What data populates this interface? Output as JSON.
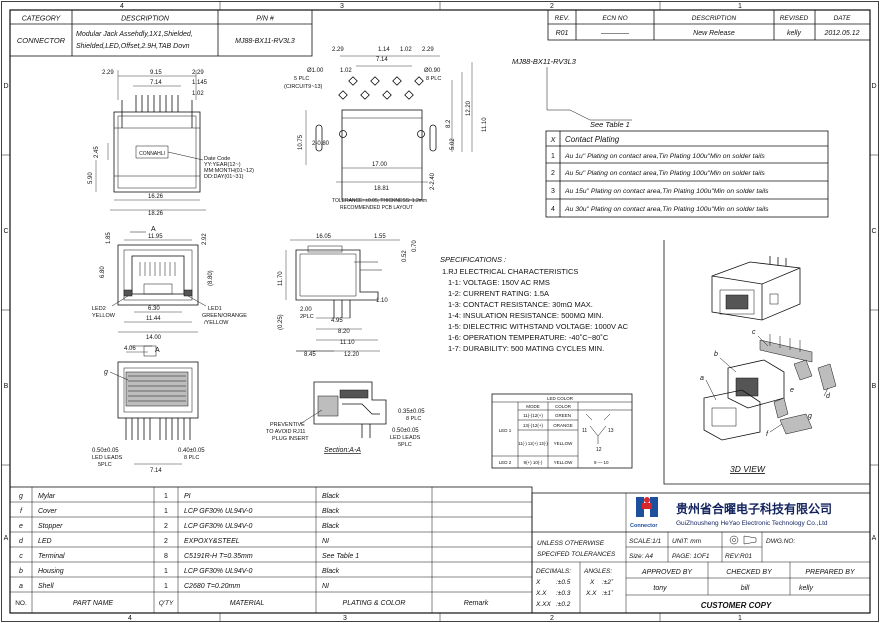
{
  "border": {
    "top_zones": [
      "4",
      "3",
      "2",
      "1"
    ],
    "bottom_zones": [
      "4",
      "3",
      "2",
      "1"
    ],
    "side_zones": [
      "D",
      "C",
      "B",
      "A"
    ]
  },
  "header": {
    "category_label": "CATEGORY",
    "description_label": "DESCRIPTION",
    "pn_label": "P/N #",
    "category": "CONNECTOR",
    "description_line1": "Modular Jack Assehdly,1X1,Shielded,",
    "description_line2": "Shielded,LED,Offset,2.9H,TAB Dovn",
    "part_number": "MJ88-BX11-RV3L3"
  },
  "revision": {
    "headers": [
      "REV.",
      "ECN NO",
      "DESCRIPTION",
      "REVISED",
      "DATE"
    ],
    "row": {
      "rev": "R01",
      "ecn": "————",
      "description": "New Release",
      "revised": "kelly",
      "date": "2012.05.12"
    }
  },
  "callout": {
    "part_number": "MJ88-BX11-RV3L3",
    "see_table": "See Table 1"
  },
  "contact_plating": {
    "header_x": "X",
    "header_title": "Contact Plating",
    "rows": [
      {
        "n": "1",
        "text": "Au 1u\" Plating on contact area,Tin Plating 100u\"Min on solder tails"
      },
      {
        "n": "2",
        "text": "Au 5u\" Plating on contact area,Tin Plating 100u\"Min on solder tails"
      },
      {
        "n": "3",
        "text": "Au 15u\" Plating on contact area,Tin Plating 100u\"Min on solder tails"
      },
      {
        "n": "4",
        "text": "Au 30u\" Plating on contact area,Tin Plating 100u\"Min on solder tails"
      }
    ]
  },
  "specifications": {
    "title": "SPECIFICATIONS :",
    "lines": [
      "1.RJ ELECTRICAL CHARACTERISTICS",
      "1-1: VOLTAGE: 150V AC RMS",
      "1-2: CURRENT RATING: 1.5A",
      "1-3: CONTACT RESISTANCE: 30mΩ MAX.",
      "1-4: INSULATION RESISTANCE: 500MΩ MIN.",
      "1-5: DIELECTRIC WITHSTAND VOLTAGE: 1000V AC",
      "1-6: OPERATION TEMPERATURE: -40˚C~80˚C",
      "1-7: DURABILITY: 500 MATING CYCLES MIN."
    ]
  },
  "led_color": {
    "title": "LED COLOR",
    "mode_header": "MODE",
    "color_header": "COLOR",
    "led1": "LED 1",
    "led2": "LED 2",
    "rows": [
      {
        "mode": "11(-)12(+)",
        "color": "GREEN"
      },
      {
        "mode": "13(-)12(+)",
        "color": "ORANGE"
      },
      {
        "mode": "11(-) 12(+) 13(-)",
        "color": "YELLOW"
      },
      {
        "mode": "9(+) 10(-)",
        "color": "YELLOW"
      }
    ],
    "schematic_pins": [
      "11",
      "13",
      "12"
    ],
    "footnote": "9 — 10"
  },
  "views": {
    "front_dims": [
      "2.29",
      "9.15",
      "2.29",
      "7.14",
      "1.145",
      "1.02",
      "2.45",
      "5.90",
      "16.26",
      "18.26"
    ],
    "front_labels": [
      "Date Code",
      "YY:YEAR(12~)",
      "MM:MONTH(01~12)",
      "DD:DAY(01~31)"
    ],
    "front_stamp": "CONNAHLI",
    "pcb_dims": [
      "2.29",
      "1.02",
      "1.14",
      "7.14",
      "1.02",
      "2.29",
      "10.75",
      "2-0.80",
      "17.00",
      "18.81",
      "8.2",
      "12.20",
      "11.10",
      "5.02",
      "2-2.40"
    ],
    "pcb_labels": [
      "5 PLC",
      "(CIRCUIT9~13)",
      "8 PLC"
    ],
    "pcb_holes": [
      "Ø1.00",
      "Ø0.90"
    ],
    "pcb_note_1": "TOLERANCE: ±0.05, THICKNESS: 1.2mm",
    "pcb_note_2": "RECOMMENDED PCB LAYOUT",
    "face_dims": [
      "11.95",
      "2.92",
      "1.85",
      "6.80",
      "(8.80)",
      "6.30",
      "11.44",
      "14.00"
    ],
    "face_labels": [
      "A",
      "LED2",
      "YELLOW",
      "LED1",
      "GREEN/ORANGE",
      "/YELLOW",
      "A"
    ],
    "side_dims": [
      "16.05",
      "1.55",
      "0.70",
      "0.52",
      "11.70",
      "(0.25)",
      "2.00",
      "2PLC",
      "1.10",
      "4.95",
      "8.20",
      "11.10",
      "8.45",
      "12.20"
    ],
    "bottom_dims": [
      "4.06",
      "0.50±0.05",
      "LED LEADS",
      "5PLC",
      "0.40±0.05",
      "8 PLC",
      "7.14",
      "g"
    ],
    "section": {
      "labels": [
        "PREVENTIVE",
        "TO AVOID RJ11",
        "PLUG INSERT",
        "0.35±0.05",
        "8 PLC",
        "0.50±0.05",
        "LED LEADS",
        "5PLC"
      ],
      "title": "Section:A-A"
    },
    "iso": {
      "callouts": [
        "a",
        "b",
        "c",
        "d",
        "e",
        "f",
        "g"
      ],
      "title": "3D VIEW"
    }
  },
  "bom": {
    "rows": [
      {
        "id": "g",
        "part": "Mylar",
        "qty": "1",
        "material": "PI",
        "plating": "Black"
      },
      {
        "id": "f",
        "part": "Cover",
        "qty": "1",
        "material": "LCP GF30% UL94V-0",
        "plating": "Black"
      },
      {
        "id": "e",
        "part": "Stopper",
        "qty": "2",
        "material": "LCP GF30% UL94V-0",
        "plating": "Black"
      },
      {
        "id": "d",
        "part": "LED",
        "qty": "2",
        "material": "EXPOXY&STEEL",
        "plating": "NI"
      },
      {
        "id": "c",
        "part": "Terminal",
        "qty": "8",
        "material": "C5191R-H T=0.35mm",
        "plating": "See Table 1"
      },
      {
        "id": "b",
        "part": "Housing",
        "qty": "1",
        "material": "LCP GF30% UL94V-0",
        "plating": "Black"
      },
      {
        "id": "a",
        "part": "Shell",
        "qty": "1",
        "material": "C2680 T=0.20mm",
        "plating": "NI"
      }
    ],
    "headers": {
      "no": "NO.",
      "part": "PART NAME",
      "qty": "Q'TY",
      "material": "MATERIAL",
      "plating": "PLATING & COLOR",
      "remark": "Remark"
    }
  },
  "title_block": {
    "company_cn": "贵州省合曜电子科技有限公司",
    "company_en": "GuiZhousheng HeYao Electronic Technology Co.,Ltd",
    "logo_text": "Connector",
    "unless": "UNLESS OTHERWISE",
    "specified": "SPECIFED TOLERANCES",
    "scale": "SCALE:1/1",
    "unit": "UNIT: mm",
    "dwg_no": "DWG.NO:",
    "size": "Size: A4",
    "page": "PAGE: 1OF1",
    "rev": "REV:R01",
    "decimals_label": "DECIMALS:",
    "angles_label": "ANGLES:",
    "dec_rows": [
      {
        "k": "X",
        "v": ":±0.5"
      },
      {
        "k": "X.X",
        "v": ":±0.3"
      },
      {
        "k": "X.XX",
        "v": ":±0.2"
      }
    ],
    "ang_rows": [
      {
        "k": "X",
        "v": ":±2˚"
      },
      {
        "k": "X.X",
        "v": ":±1˚"
      }
    ],
    "approved_by": "APPROVED BY",
    "checked_by": "CHECKED BY",
    "prepared_by": "PREPARED BY",
    "approver": "tony",
    "checker": "bill",
    "preparer": "kelly",
    "customer_copy": "CUSTOMER COPY"
  }
}
